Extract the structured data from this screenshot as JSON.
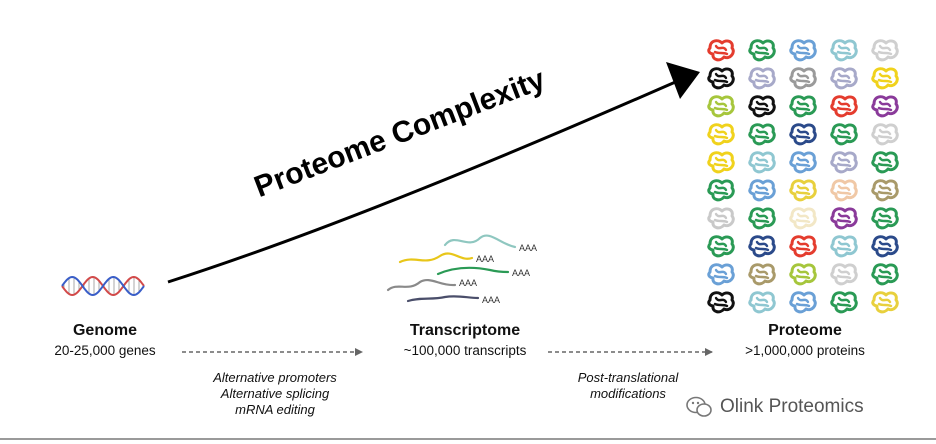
{
  "title": "Proteome Complexity",
  "stages": {
    "genome": {
      "name": "Genome",
      "detail": "20-25,000 genes"
    },
    "transcriptome": {
      "name": "Transcriptome",
      "detail": "~100,000 transcripts"
    },
    "proteome": {
      "name": "Proteome",
      "detail": ">1,000,000 proteins"
    }
  },
  "processes": {
    "genome_to_transcriptome": [
      "Alternative promoters",
      "Alternative splicing",
      "mRNA editing"
    ],
    "transcriptome_to_proteome": [
      "Post-translational",
      "modifications"
    ]
  },
  "transcript_tail_label": "AAA",
  "watermark": "Olink Proteomics",
  "colors": {
    "arrow": "#000000",
    "dashed_arrow": "#666666",
    "dna_strand_a": "#d24a4a",
    "dna_strand_b": "#3a5ec8",
    "protein_palette": [
      "#e43c2e",
      "#2a9a55",
      "#6aa0d6",
      "#8fc7d1",
      "#cfcfcf",
      "#111111",
      "#a7a9c9",
      "#9a9a9a",
      "#a6c63c",
      "#f0d21c",
      "#e8d03d",
      "#2b4a8a",
      "#8a3a9a",
      "#a99a6a",
      "#f2e7c6",
      "#f0c8a6",
      "#c9c9c9"
    ],
    "transcripts": [
      "#8fc7c0",
      "#e8c619",
      "#2a9a55",
      "#8a8a8a",
      "#4a4e6a"
    ]
  }
}
